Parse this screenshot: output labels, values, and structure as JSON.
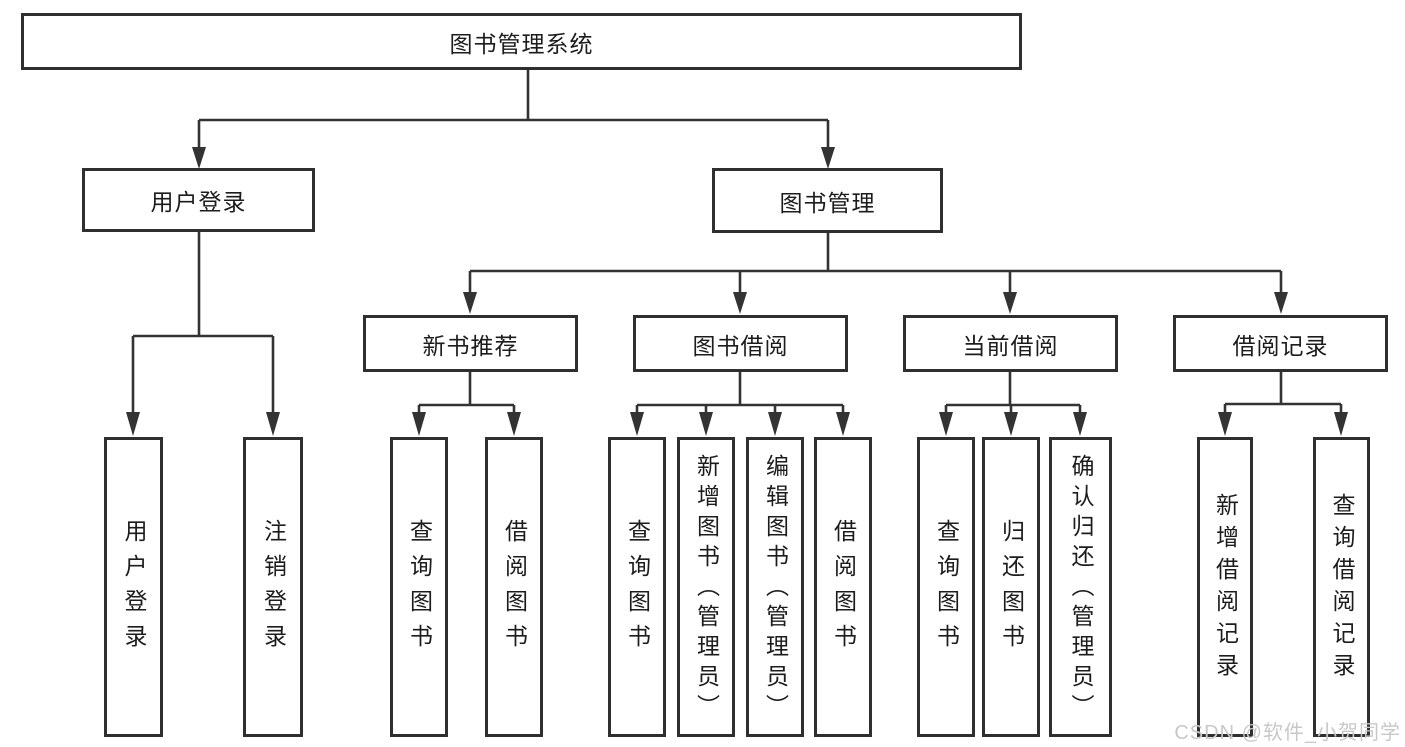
{
  "title": "图书管理系统",
  "tree": {
    "root": {
      "label": "图书管理系统"
    },
    "children": [
      {
        "label": "用户登录",
        "children": [
          {
            "label": "用户登录"
          },
          {
            "label": "注销登录"
          }
        ]
      },
      {
        "label": "图书管理",
        "children": [
          {
            "label": "新书推荐",
            "children": [
              {
                "label": "查询图书"
              },
              {
                "label": "借阅图书"
              }
            ]
          },
          {
            "label": "图书借阅",
            "children": [
              {
                "label": "查询图书"
              },
              {
                "label": "新增图书（管理员）"
              },
              {
                "label": "编辑图书（管理员）"
              },
              {
                "label": "借阅图书"
              }
            ]
          },
          {
            "label": "当前借阅",
            "children": [
              {
                "label": "查询图书"
              },
              {
                "label": "归还图书"
              },
              {
                "label": "确认归还（管理员）"
              }
            ]
          },
          {
            "label": "借阅记录",
            "children": [
              {
                "label": "新增借阅记录"
              },
              {
                "label": "查询借阅记录"
              }
            ]
          }
        ]
      }
    ]
  },
  "watermark": "CSDN @软件_小贺同学",
  "colors": {
    "line": "#333333",
    "border": "#2f2f2f",
    "text": "#1c1c1c",
    "watermark": "#c8c8c8",
    "background": "#ffffff"
  }
}
